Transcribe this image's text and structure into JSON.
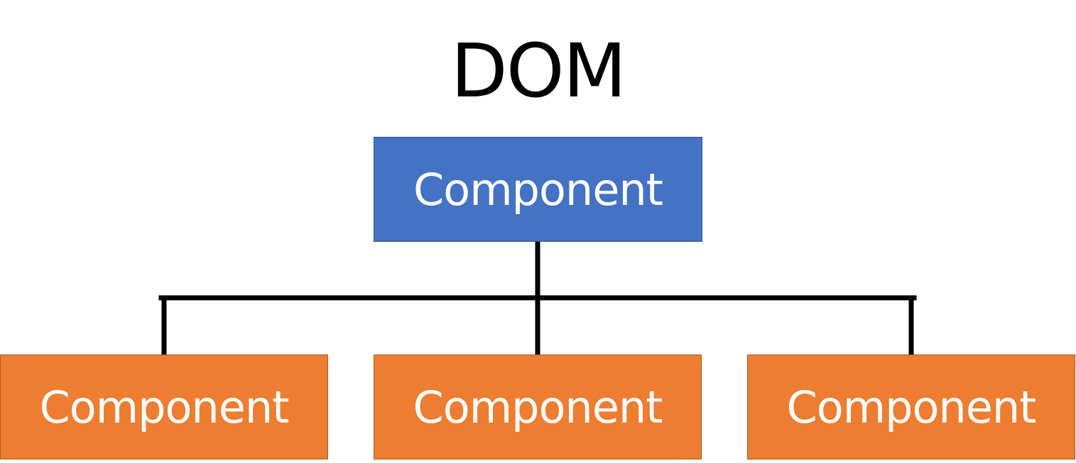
{
  "diagram": {
    "title": "DOM",
    "root": {
      "label": "Component",
      "color": "#4472c4"
    },
    "children": [
      {
        "label": "Component",
        "color": "#ed7d31"
      },
      {
        "label": "Component",
        "color": "#ed7d31"
      },
      {
        "label": "Component",
        "color": "#ed7d31"
      }
    ],
    "connector_color": "#000000"
  }
}
